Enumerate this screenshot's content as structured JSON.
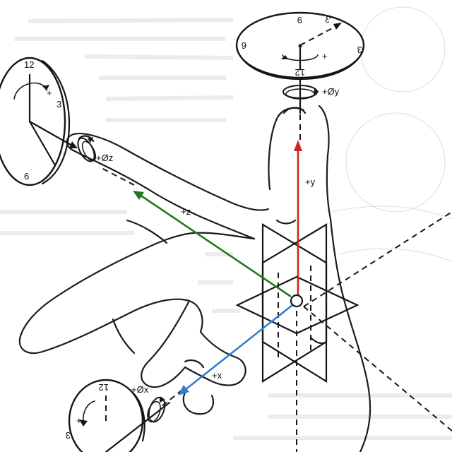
{
  "colors": {
    "y_axis": "#d0261d",
    "z_axis": "#1f7a1f",
    "x_axis": "#2f7fd0",
    "ink": "#151515"
  },
  "axes": {
    "y_label": "+y",
    "z_label": "+z",
    "x_label": "+x"
  },
  "rotations": {
    "y_label": "+Øy",
    "z_label": "+Øz",
    "x_label": "+Øx"
  },
  "clock_top": {
    "n_9": "9",
    "n_6": "6",
    "n_3": "3",
    "n_12": "12",
    "plus": "+"
  },
  "clock_left": {
    "n_12": "12",
    "n_3": "3",
    "n_6": "6",
    "plus": "+"
  },
  "clock_bottom": {
    "n_12": "12",
    "n_3": "3",
    "plus": "+"
  }
}
